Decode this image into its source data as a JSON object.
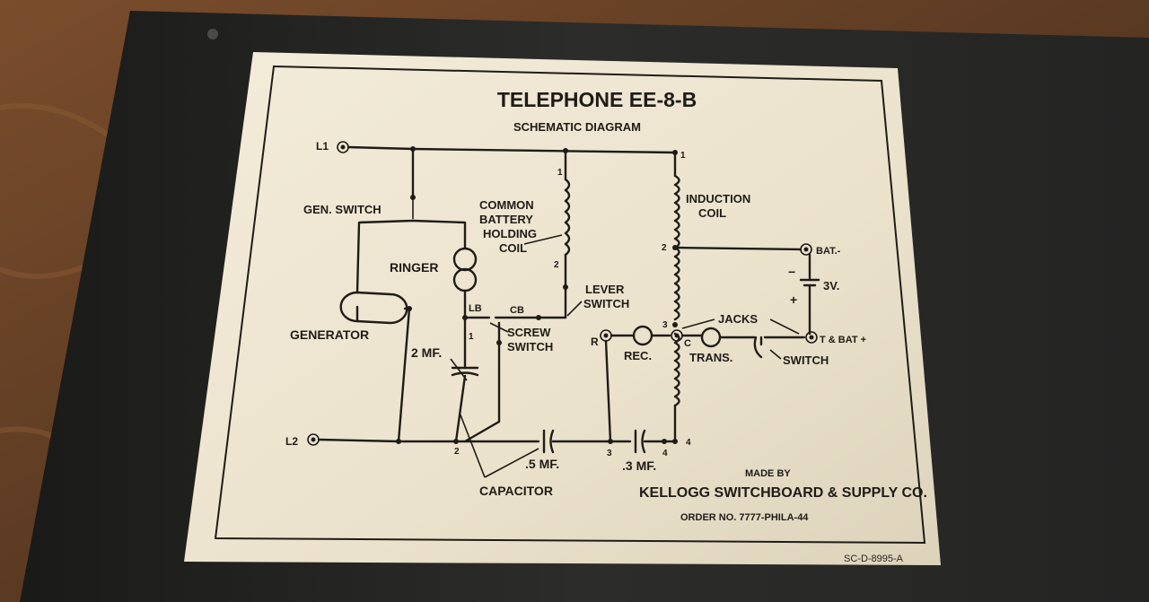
{
  "plate": {
    "title": "TELEPHONE EE-8-B",
    "subtitle": "SCHEMATIC DIAGRAM",
    "maker_prefix": "MADE BY",
    "maker": "KELLOGG SWITCHBOARD & SUPPLY CO.",
    "order": "ORDER NO. 7777-PHILA-44",
    "serial": "SC-D-8995-A"
  },
  "labels": {
    "l1": "L1",
    "l2": "L2",
    "gen_switch": "GEN. SWITCH",
    "ringer": "RINGER",
    "generator": "GENERATOR",
    "holding_coil_1": "COMMON",
    "holding_coil_2": "BATTERY",
    "holding_coil_3": "HOLDING",
    "holding_coil_4": "COIL",
    "induction_coil_1": "INDUCTION",
    "induction_coil_2": "COIL",
    "bat_minus": "BAT.-",
    "volts": "3V.",
    "minus_sign": "−",
    "plus_sign": "+",
    "lever_switch_1": "LEVER",
    "lever_switch_2": "SWITCH",
    "lb": "LB",
    "cb": "CB",
    "screw_switch_1": "SCREW",
    "screw_switch_2": "SWITCH",
    "jacks": "JACKS",
    "r": "R",
    "c": "C",
    "rec": "REC.",
    "trans": "TRANS.",
    "t_bat": "T & BAT +",
    "switch": "SWITCH",
    "cap_2mf": "2 MF.",
    "cap_05mf": ".5 MF.",
    "cap_03mf": ".3 MF.",
    "capacitor": "CAPACITOR",
    "n1a": "1",
    "n2a": "2",
    "n1b": "1",
    "n2b": "2",
    "n3": "3",
    "n1c": "1",
    "n2c": "2",
    "n3b": "3",
    "n4a": "4",
    "n4b": "4"
  },
  "colors": {
    "plate": "#ece3cf",
    "ink": "#1f1b16",
    "case": "#262624",
    "wood": "#6b4428"
  }
}
